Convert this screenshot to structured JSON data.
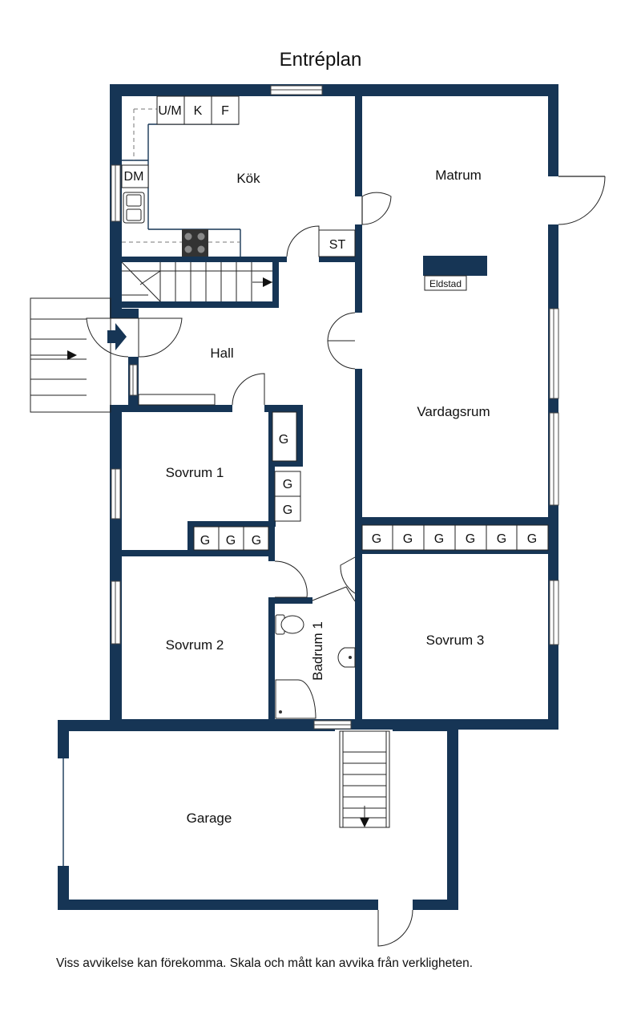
{
  "title": "Entréplan",
  "disclaimer": "Viss avvikelse kan förekomma. Skala och mått kan avvika från verkligheten.",
  "rooms": {
    "kok": "Kök",
    "matrum": "Matrum",
    "hall": "Hall",
    "vardagsrum": "Vardagsrum",
    "sovrum1": "Sovrum 1",
    "sovrum2": "Sovrum 2",
    "sovrum3": "Sovrum 3",
    "badrum1": "Badrum 1",
    "garage": "Garage"
  },
  "fixtures": {
    "um": "U/M",
    "k": "K",
    "f": "F",
    "dm": "DM",
    "st": "ST",
    "eldstad": "Eldstad",
    "g": "G"
  },
  "colors": {
    "wall": "#163555"
  }
}
